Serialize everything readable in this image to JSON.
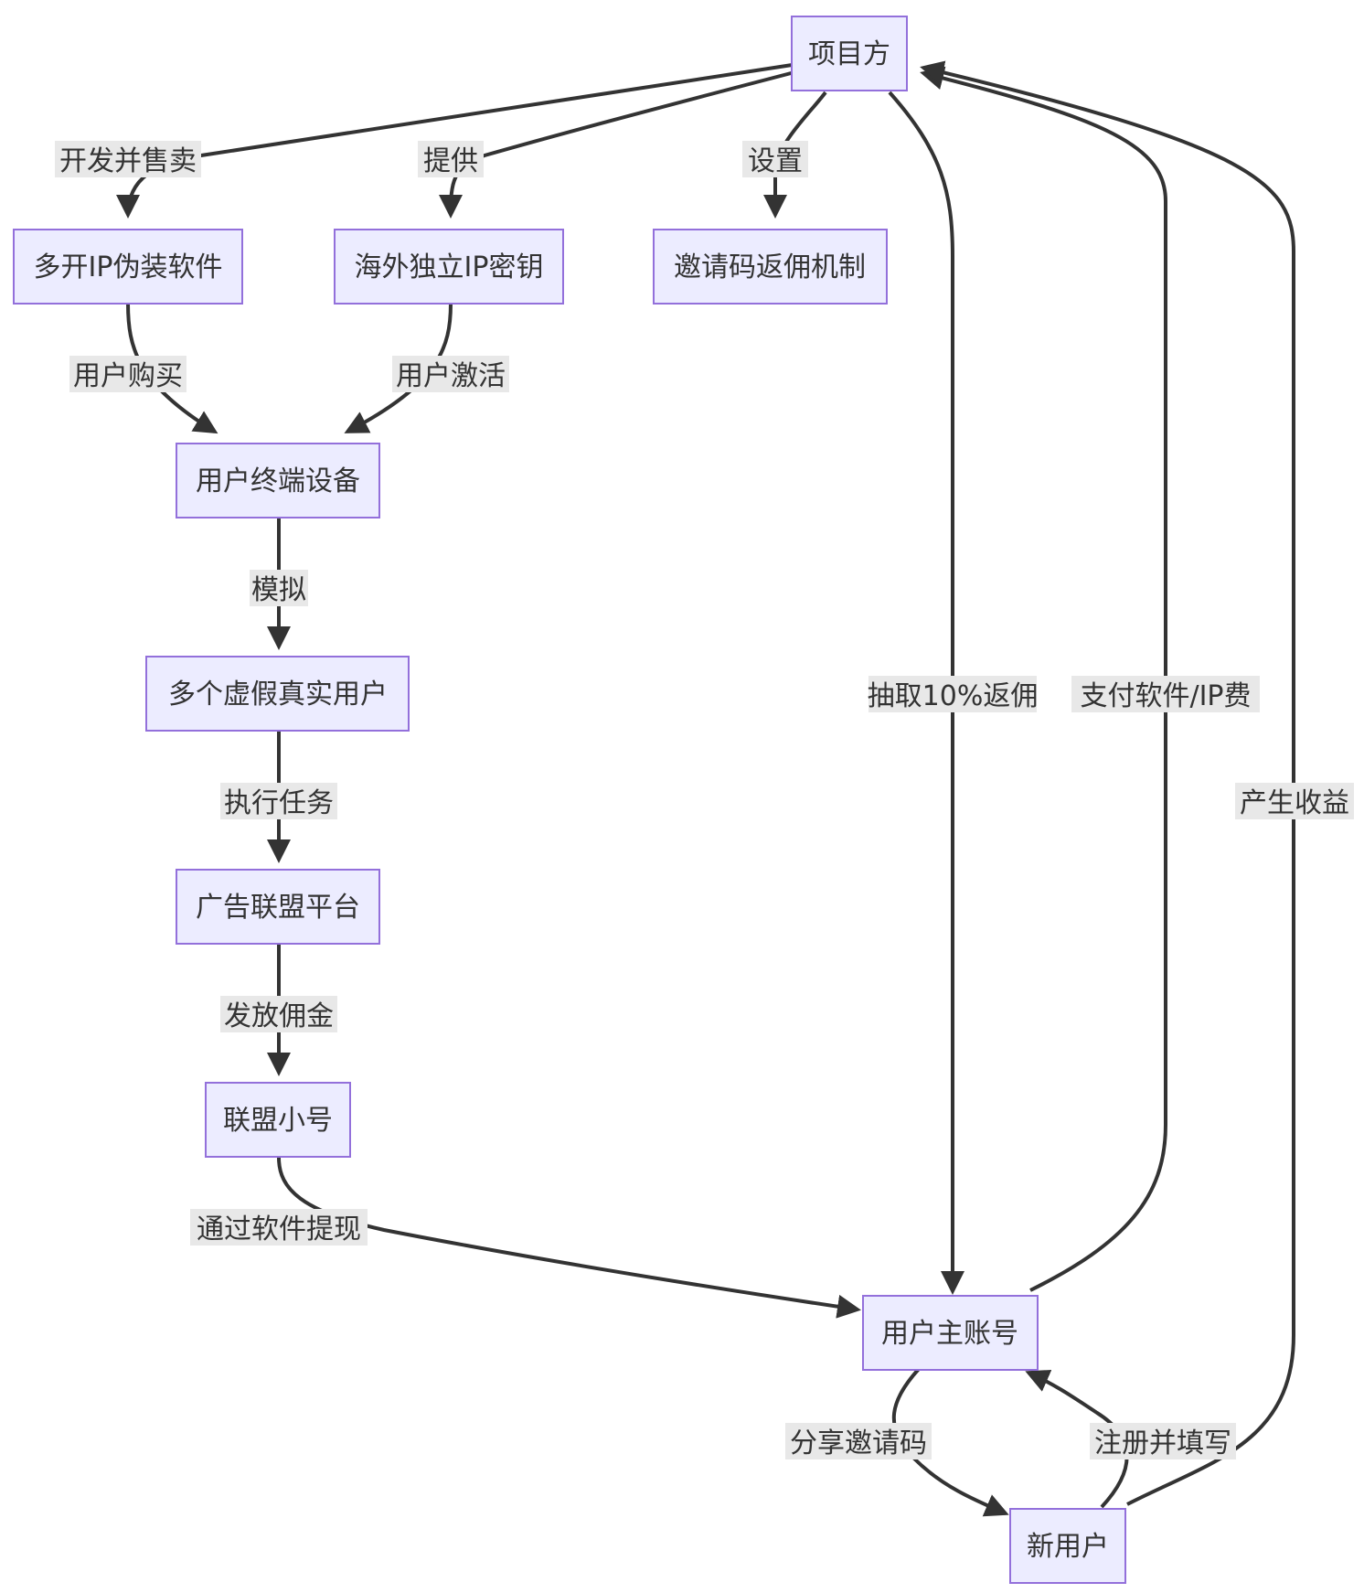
{
  "colors": {
    "node_fill": "#ECECFF",
    "node_border": "#9370DB",
    "edge": "#333333",
    "edge_label_bg": "#e8e8e8",
    "text": "#333333"
  },
  "nodes": {
    "project": "项目方",
    "software": "多开IP伪装软件",
    "ipkey": "海外独立IP密钥",
    "invite": "邀请码返佣机制",
    "device": "用户终端设备",
    "fakeusers": "多个虚假真实用户",
    "adplatform": "广告联盟平台",
    "alt": "联盟小号",
    "main": "用户主账号",
    "newuser": "新用户"
  },
  "edges": {
    "project_software": "开发并售卖",
    "project_ipkey": "提供",
    "project_invite": "设置",
    "software_device": "用户购买",
    "ipkey_device": "用户激活",
    "device_fakeusers": "模拟",
    "fakeusers_adplatform": "执行任务",
    "adplatform_alt": "发放佣金",
    "alt_main": "通过软件提现",
    "project_main": "抽取10%返佣",
    "main_project": "支付软件/IP费",
    "newuser_project": "产生收益",
    "main_newuser": "分享邀请码",
    "newuser_main": "注册并填写"
  }
}
